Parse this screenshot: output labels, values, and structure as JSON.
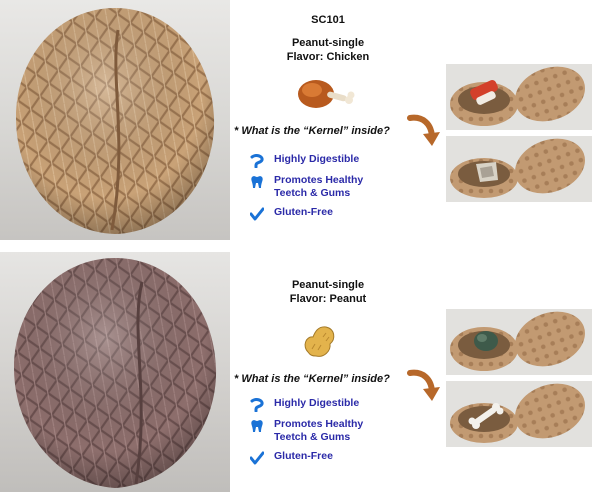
{
  "products": [
    {
      "code": "SC101",
      "name": "Peanut-single",
      "flavor": "Flavor:  Chicken",
      "question": "*  What is the “Kernel” inside?",
      "benefits": [
        "Highly Digestible",
        "Promotes Healthy",
        "Teetch & Gums",
        "Gluten-Free"
      ],
      "colors": {
        "shell": "#c9a277",
        "shell_dark": "#9c7550"
      }
    },
    {
      "name": "Peanut-single",
      "flavor": "Flavor: Peanut",
      "question": "* What is the “Kernel” inside?",
      "benefits": [
        "Highly Digestible",
        "Promotes Healthy",
        "Teetch & Gums",
        "Gluten-Free"
      ],
      "colors": {
        "shell": "#8d6e6c",
        "shell_dark": "#6a4f4e"
      }
    }
  ],
  "colors": {
    "benefit_text": "#2b2aa8",
    "icon_blue": "#1a72d6",
    "arrow": "#b7682a",
    "inside_shell": "#c29a72"
  },
  "icons": [
    "digestive-icon",
    "tooth-icon",
    "checkmark-icon",
    "curved-arrow-icon",
    "chicken-leg-icon",
    "peanut-icon"
  ]
}
